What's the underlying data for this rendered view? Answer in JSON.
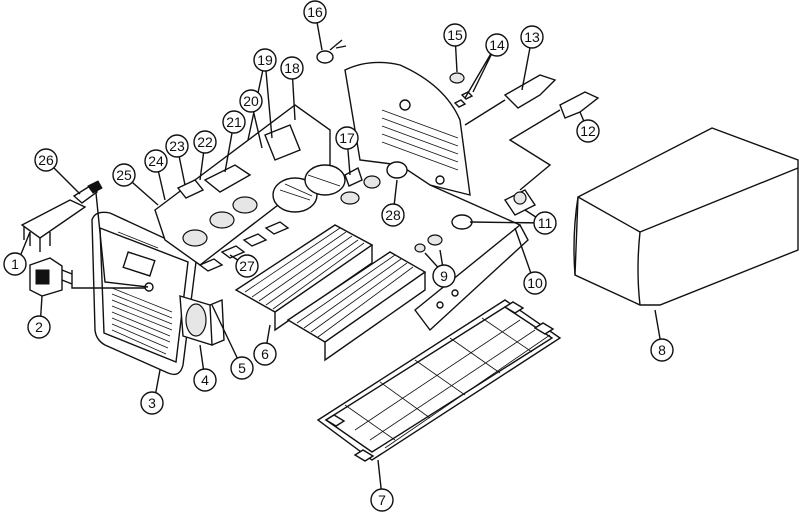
{
  "diagram": {
    "callouts": [
      {
        "key": "c1",
        "label": "1"
      },
      {
        "key": "c2",
        "label": "2"
      },
      {
        "key": "c3",
        "label": "3"
      },
      {
        "key": "c4",
        "label": "4"
      },
      {
        "key": "c5",
        "label": "5"
      },
      {
        "key": "c6",
        "label": "6"
      },
      {
        "key": "c7",
        "label": "7"
      },
      {
        "key": "c8",
        "label": "8"
      },
      {
        "key": "c9",
        "label": "9"
      },
      {
        "key": "c10",
        "label": "10"
      },
      {
        "key": "c11",
        "label": "11"
      },
      {
        "key": "c12",
        "label": "12"
      },
      {
        "key": "c13",
        "label": "13"
      },
      {
        "key": "c14",
        "label": "14"
      },
      {
        "key": "c15",
        "label": "15"
      },
      {
        "key": "c16",
        "label": "16"
      },
      {
        "key": "c17",
        "label": "17"
      },
      {
        "key": "c18",
        "label": "18"
      },
      {
        "key": "c19",
        "label": "19"
      },
      {
        "key": "c20",
        "label": "20"
      },
      {
        "key": "c21",
        "label": "21"
      },
      {
        "key": "c22",
        "label": "22"
      },
      {
        "key": "c23",
        "label": "23"
      },
      {
        "key": "c24",
        "label": "24"
      },
      {
        "key": "c25",
        "label": "25"
      },
      {
        "key": "c26",
        "label": "26"
      },
      {
        "key": "c27",
        "label": "27"
      },
      {
        "key": "c28",
        "label": "28"
      }
    ]
  }
}
